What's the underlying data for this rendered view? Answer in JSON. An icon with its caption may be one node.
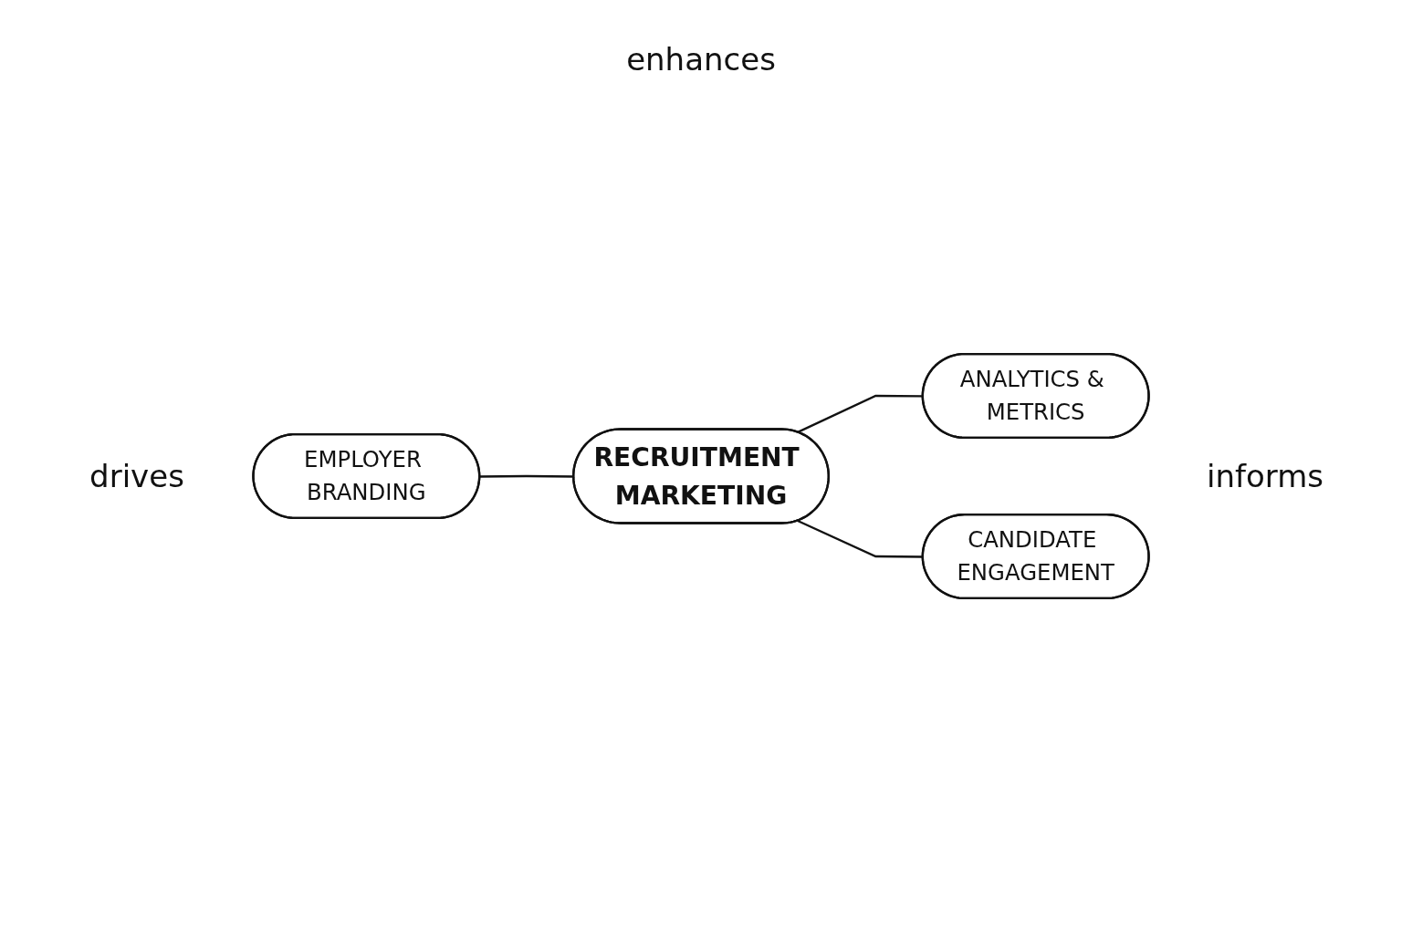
{
  "diagram": {
    "nodes": [
      {
        "text": [
          "EMPLOYER BRANDING"
        ]
      },
      {
        "text": [
          "ANALYTICS & METRICS"
        ]
      },
      {
        "text": [
          "RECRUITMENT MARKETING"
        ]
      },
      {
        "text": [
          "CANDIDATE ENGAGEMENT"
        ]
      }
    ],
    "edges": [
      {
        "from": 0,
        "to": 2,
        "arrow": "none"
      },
      {
        "from": 2,
        "to": 1,
        "arrow": "none"
      },
      {
        "from": 2,
        "to": 3,
        "arrow": "none"
      }
    ],
    "labels": [
      "enhances",
      "drives",
      "informs"
    ]
  }
}
